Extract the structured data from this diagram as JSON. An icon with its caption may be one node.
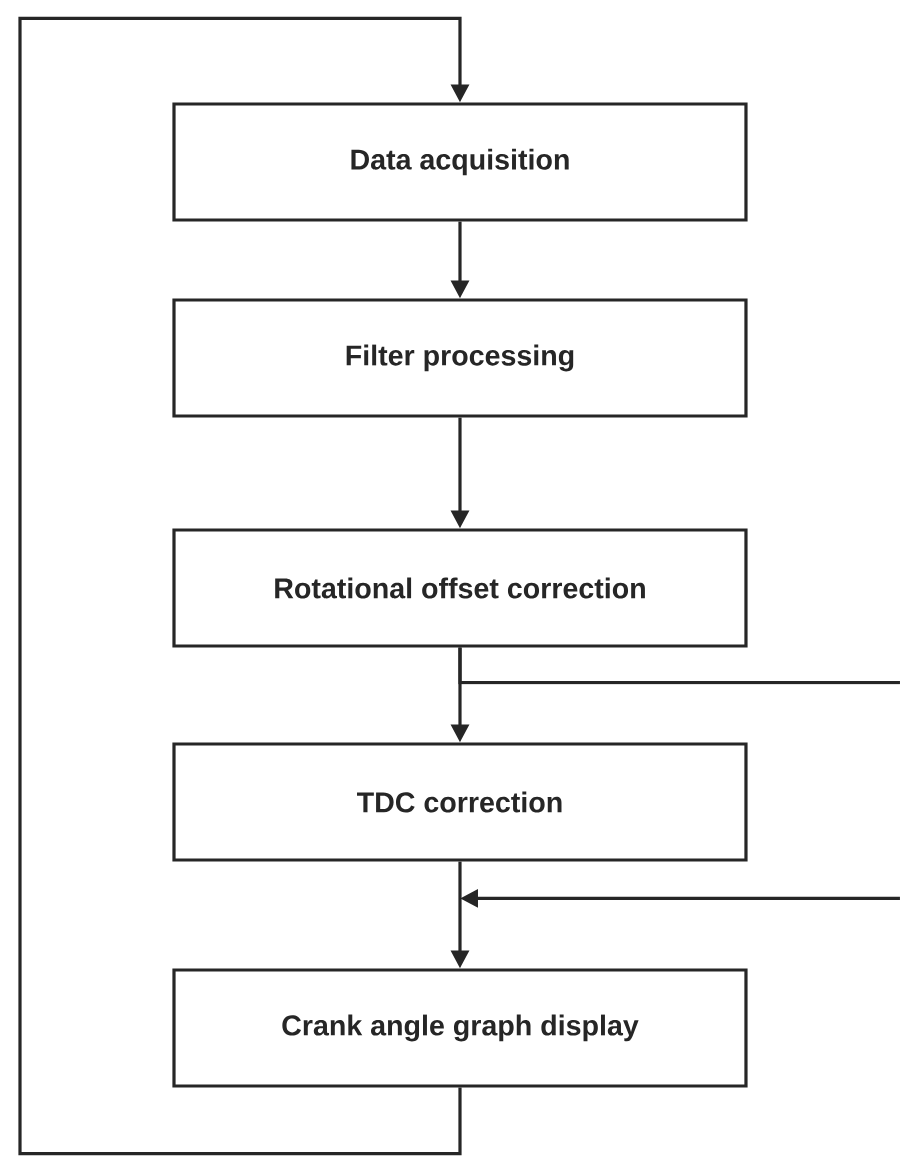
{
  "diagram": {
    "nodes": [
      {
        "text": [
          "Data acquisition"
        ]
      },
      {
        "text": [
          "Filter processing"
        ]
      },
      {
        "text": [
          "Rotational offset correction"
        ]
      },
      {
        "text": [
          "TDC correction"
        ]
      },
      {
        "text": [
          "Crank angle graph display"
        ]
      }
    ],
    "edges": [
      {
        "from": 0,
        "to": 1,
        "arrow": "to"
      },
      {
        "from": 1,
        "to": 2,
        "arrow": "to"
      },
      {
        "from": 2,
        "to": 3,
        "arrow": "to"
      },
      {
        "from": 3,
        "to": 4,
        "arrow": "to"
      },
      {
        "from": 4,
        "to": 0,
        "arrow": "to"
      },
      {
        "from": 2,
        "to": null,
        "arrow": "none"
      },
      {
        "from": null,
        "to": 4,
        "arrow": "to"
      }
    ]
  }
}
